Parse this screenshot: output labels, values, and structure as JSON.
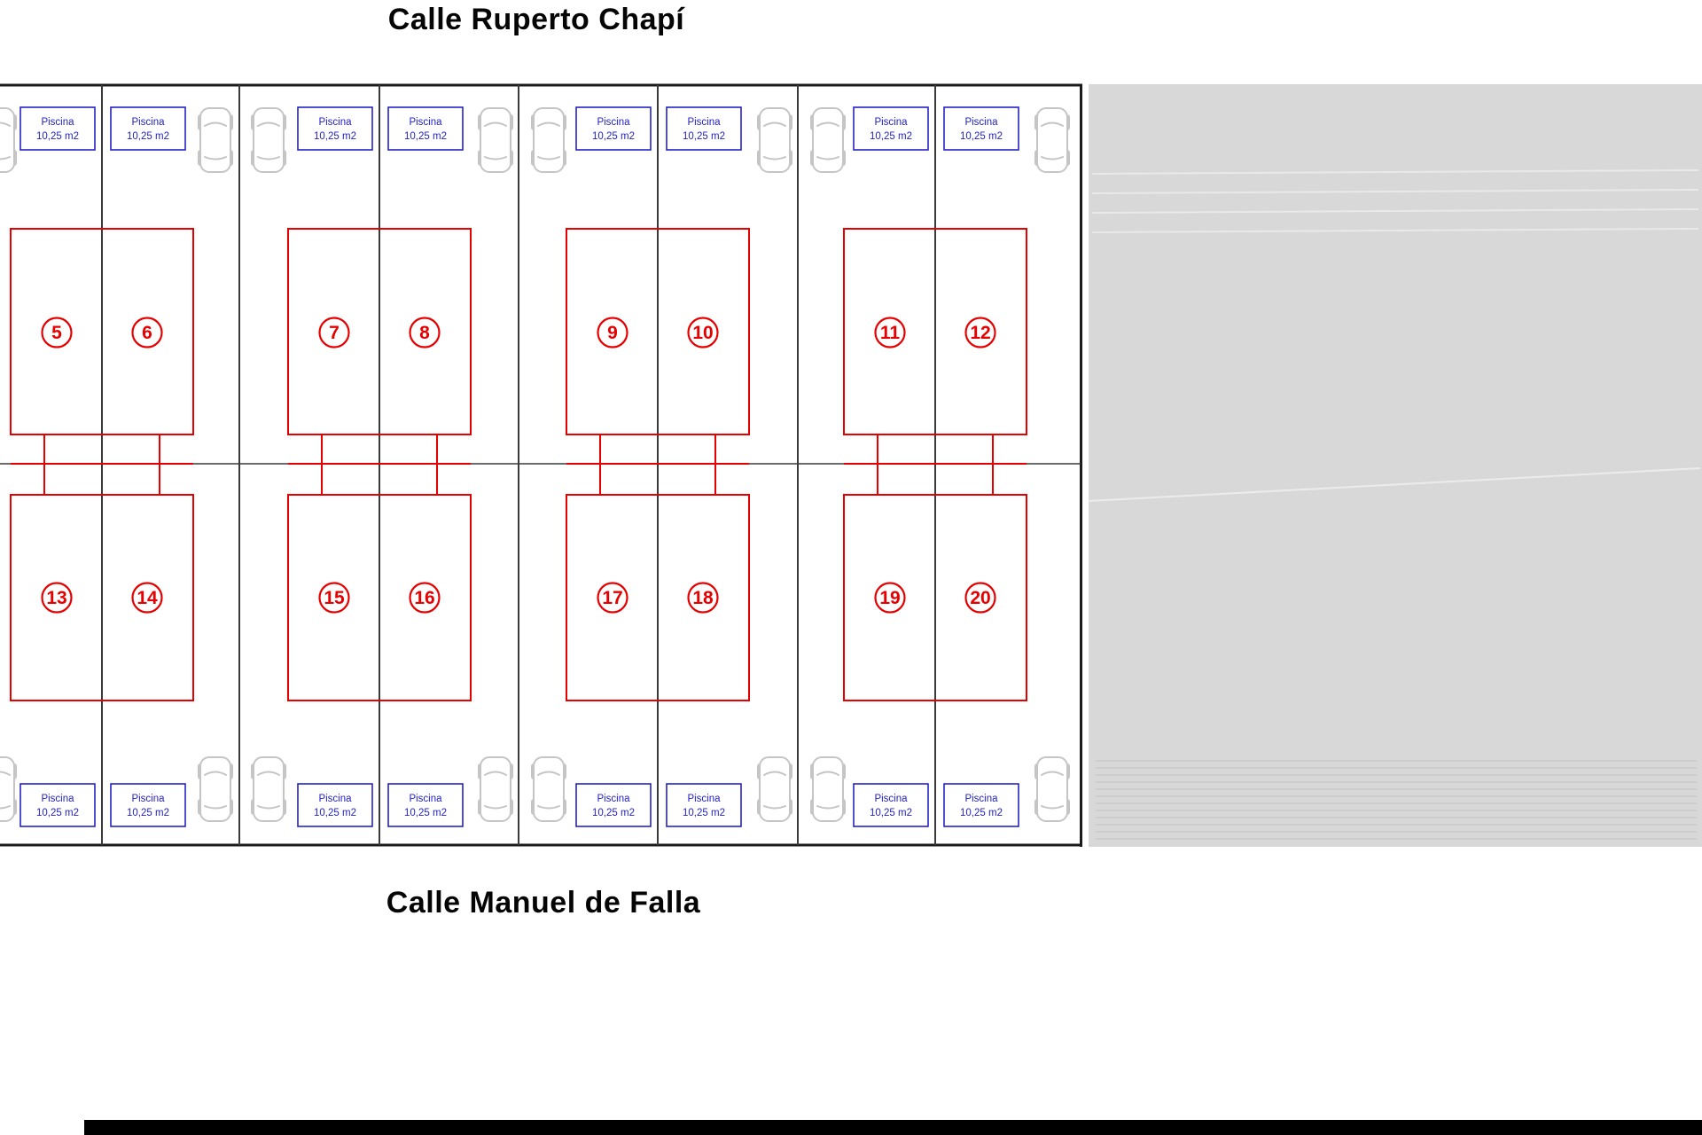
{
  "streets": {
    "top": "Calle Ruperto Chapí",
    "bottom": "Calle Manuel de Falla"
  },
  "pool_label": {
    "line1": "Piscina",
    "line2": "10,25 m2"
  },
  "plots": {
    "top_row": [
      "5",
      "6",
      "7",
      "8",
      "9",
      "10",
      "11",
      "12"
    ],
    "bottom_row": [
      "13",
      "14",
      "15",
      "16",
      "17",
      "18",
      "19",
      "20"
    ]
  },
  "colors": {
    "outline_red": "#e60000",
    "pool_blue": "#2323c3",
    "car_gray": "#c5c5c5",
    "line_dark": "#3a3a3a",
    "border_black": "#1a1a1a",
    "gray_area": "#d8d8d8",
    "footer_bar": "#000000"
  }
}
